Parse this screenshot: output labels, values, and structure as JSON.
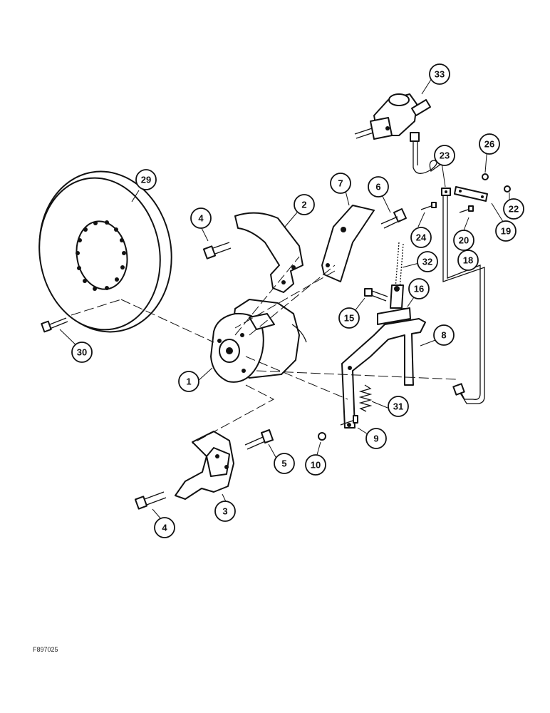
{
  "figure": {
    "code": "F897025",
    "callouts": [
      "1",
      "2",
      "3",
      "4",
      "4",
      "5",
      "6",
      "7",
      "8",
      "9",
      "10",
      "15",
      "16",
      "18",
      "19",
      "20",
      "22",
      "23",
      "24",
      "26",
      "29",
      "30",
      "31",
      "32",
      "33"
    ]
  },
  "colors": {
    "ink": "#111111",
    "paper": "#ffffff"
  }
}
